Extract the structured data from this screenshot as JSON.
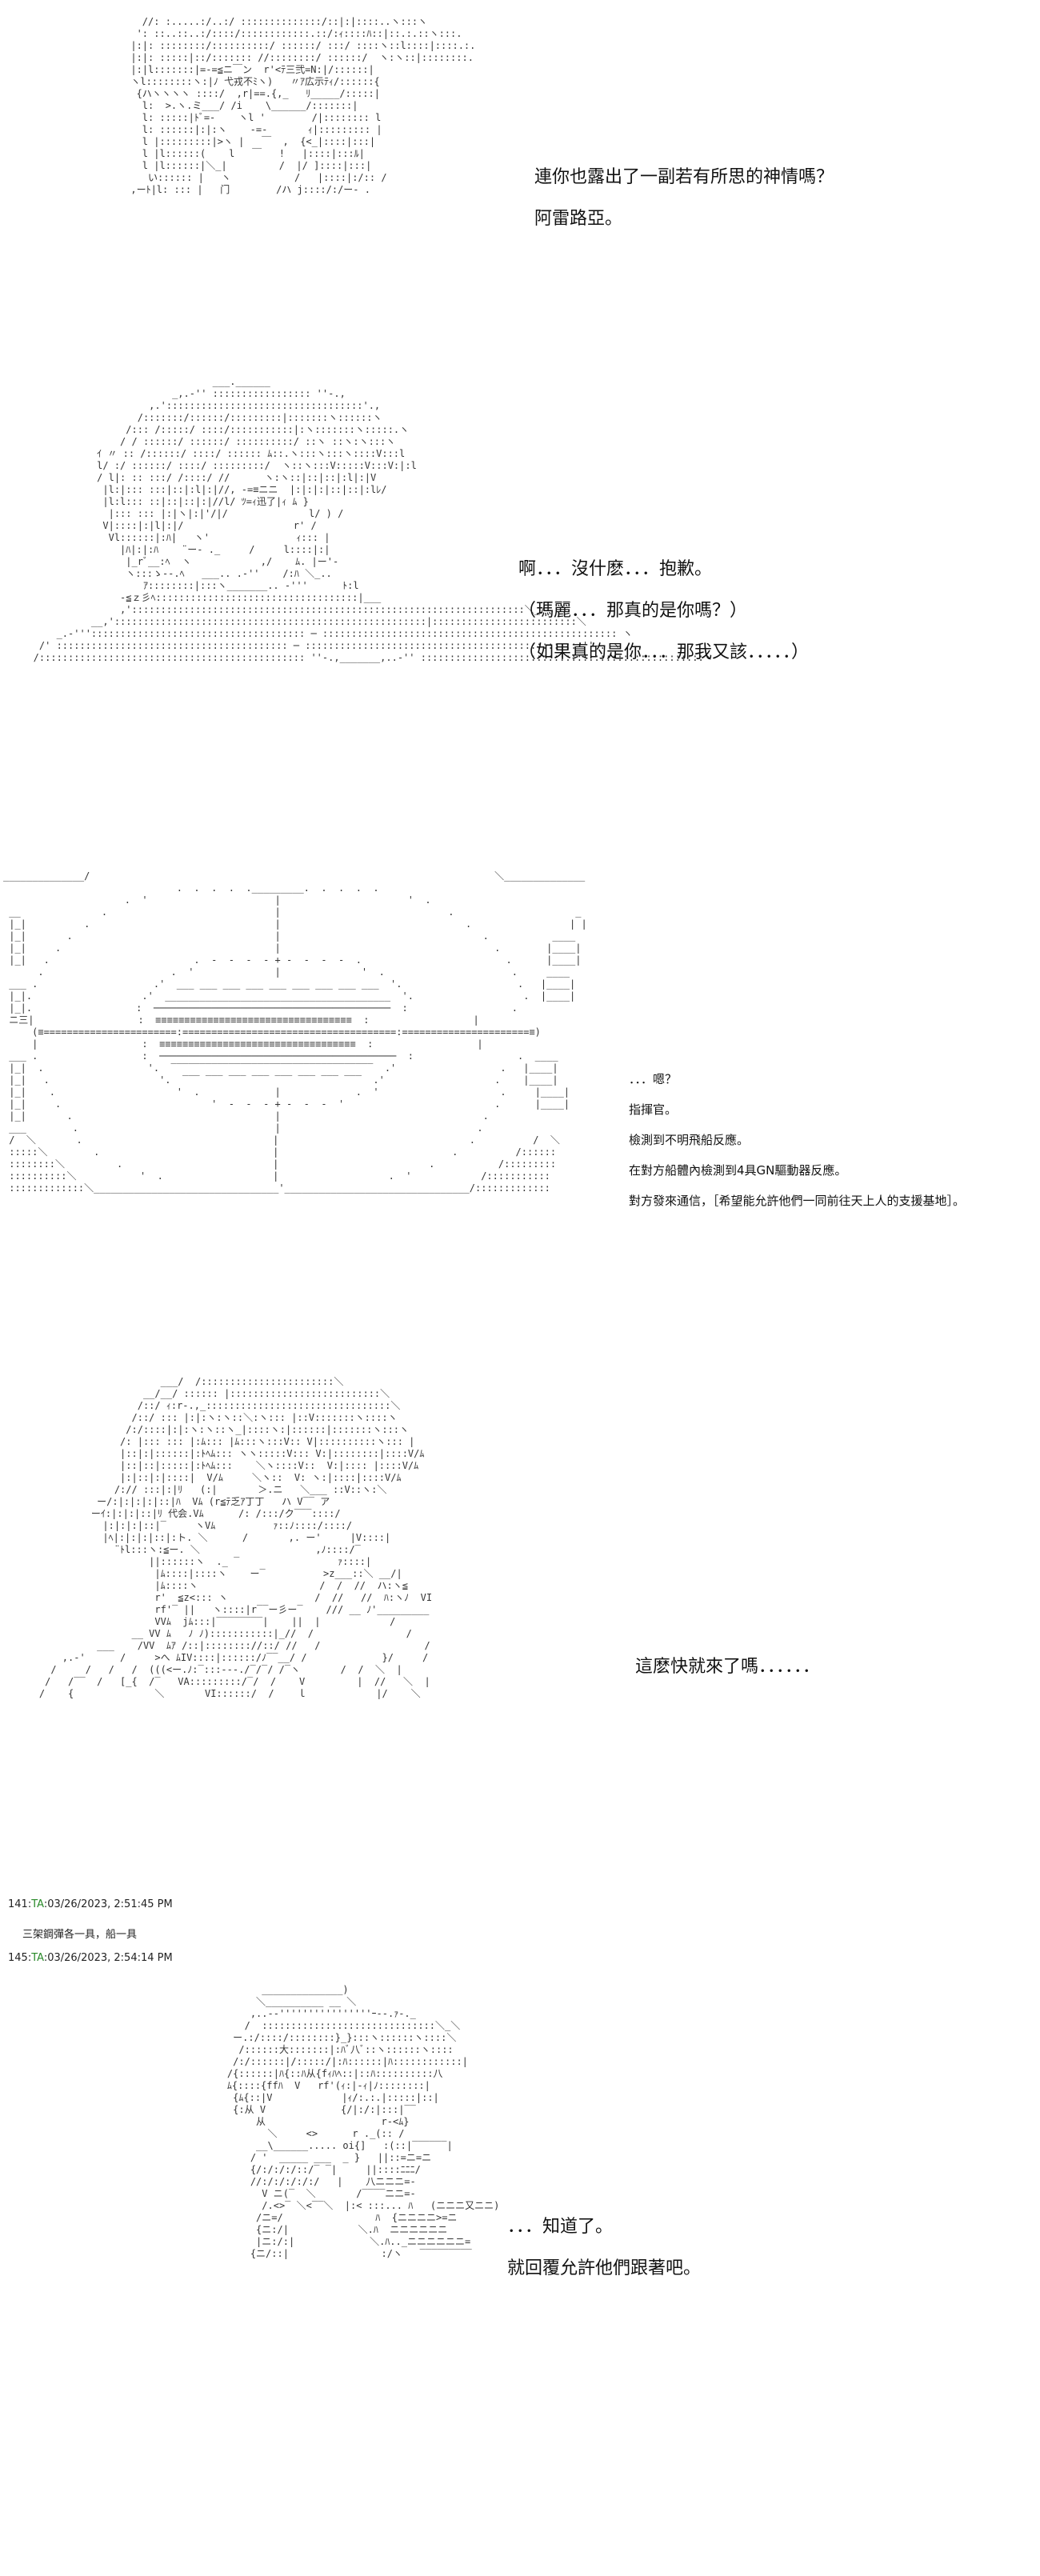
{
  "panels": [
    {
      "dialog": [
        "連你也露出了一副若有所思的神情嗎？",
        "阿雷路亞。"
      ]
    },
    {
      "dialog": [
        "啊．．．沒什麽．．．抱歉。",
        "（瑪麗．．．那真的是你嗎？）",
        "（如果真的是你．．．那我又該．．．．．）"
      ]
    },
    {
      "dialog": [
        "．．．嗯？",
        "指揮官。",
        "檢測到不明飛船反應。",
        "在對方船體內檢測到4具GN驅動器反應。",
        "對方發來通信，［希望能允許他們一同前往天上人的支援基地］。"
      ]
    },
    {
      "dialog": [
        "這麽快就來了嗎．．．．．．"
      ]
    },
    {
      "dialog": [
        "．．．知道了。",
        "就回覆允許他們跟著吧。"
      ]
    }
  ],
  "posts": [
    {
      "number": "141",
      "name": "TA",
      "timestamp": "03/26/2023, 2:51:45 PM",
      "reply": "三架鋼彈各一具，船一具"
    },
    {
      "number": "145",
      "name": "TA",
      "timestamp": "03/26/2023, 2:54:14 PM"
    }
  ]
}
